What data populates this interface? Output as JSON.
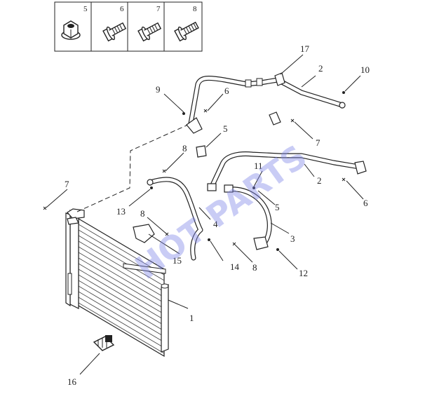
{
  "watermark": "HOT PARTS",
  "fastener_box": [
    {
      "number": "5",
      "icon": "flange-nut-icon"
    },
    {
      "number": "6",
      "icon": "flange-bolt-icon"
    },
    {
      "number": "7",
      "icon": "flange-bolt-icon"
    },
    {
      "number": "8",
      "icon": "flange-bolt-icon"
    }
  ],
  "callouts": {
    "c1": "1",
    "c2a": "2",
    "c2b": "2",
    "c3": "3",
    "c4": "4",
    "c5a": "5",
    "c5b": "5",
    "c6a": "6",
    "c6b": "6",
    "c7a": "7",
    "c7b": "7",
    "c8a": "8",
    "c8b": "8",
    "c8c": "8",
    "c9": "9",
    "c10": "10",
    "c11": "11",
    "c12": "12",
    "c13": "13",
    "c14": "14",
    "c15": "15",
    "c16": "16",
    "c17": "17"
  }
}
